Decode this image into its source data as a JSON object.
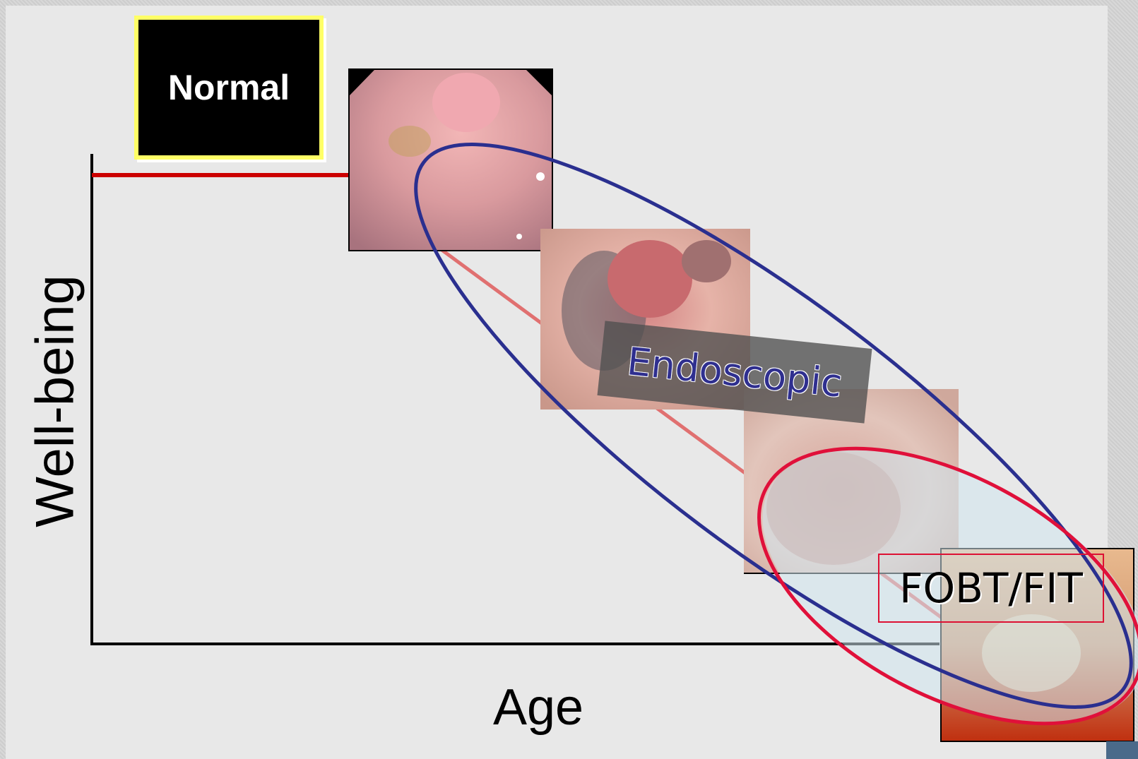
{
  "labels": {
    "normal": "Normal",
    "y_axis": "Well-being",
    "x_axis": "Age",
    "endoscopic": "Endoscopic",
    "fobt": "FOBT/FIT"
  },
  "colors": {
    "trend_line": "#cc0000",
    "trend_line_faded": "#e07070",
    "endoscopic_ellipse": "#2a2f8f",
    "fobt_ellipse": "#e0103a",
    "normal_box_border": "#ffff66"
  },
  "images": [
    {
      "name": "endoscopy-image-normal-polyp"
    },
    {
      "name": "endoscopy-image-adenoma"
    },
    {
      "name": "endoscopy-image-advanced-lesion"
    },
    {
      "name": "endoscopy-image-cancer"
    }
  ]
}
